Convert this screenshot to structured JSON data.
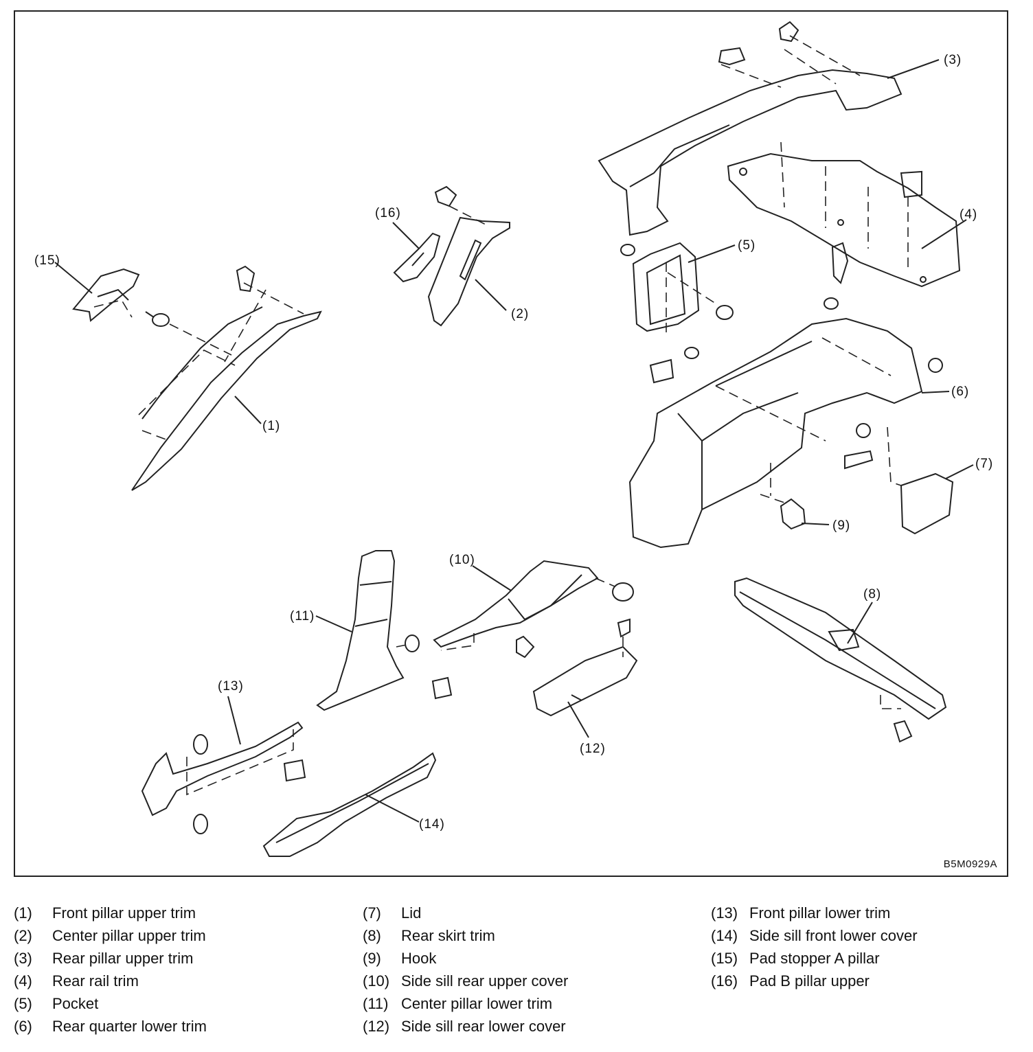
{
  "figure_id": "B5M0929A",
  "callouts": [
    "(1)",
    "(2)",
    "(3)",
    "(4)",
    "(5)",
    "(6)",
    "(7)",
    "(8)",
    "(9)",
    "(10)",
    "(11)",
    "(12)",
    "(13)",
    "(14)",
    "(15)",
    "(16)"
  ],
  "legend": [
    {
      "num": "(1)",
      "label": "Front pillar upper trim"
    },
    {
      "num": "(2)",
      "label": "Center pillar upper trim"
    },
    {
      "num": "(3)",
      "label": "Rear pillar upper trim"
    },
    {
      "num": "(4)",
      "label": "Rear rail trim"
    },
    {
      "num": "(5)",
      "label": "Pocket"
    },
    {
      "num": "(6)",
      "label": "Rear quarter lower trim"
    },
    {
      "num": "(7)",
      "label": "Lid"
    },
    {
      "num": "(8)",
      "label": "Rear skirt trim"
    },
    {
      "num": "(9)",
      "label": "Hook"
    },
    {
      "num": "(10)",
      "label": "Side sill rear upper cover"
    },
    {
      "num": "(11)",
      "label": "Center pillar lower trim"
    },
    {
      "num": "(12)",
      "label": "Side sill rear lower cover"
    },
    {
      "num": "(13)",
      "label": "Front pillar lower trim"
    },
    {
      "num": "(14)",
      "label": "Side sill front lower cover"
    },
    {
      "num": "(15)",
      "label": "Pad stopper A pillar"
    },
    {
      "num": "(16)",
      "label": "Pad B pillar upper"
    }
  ]
}
